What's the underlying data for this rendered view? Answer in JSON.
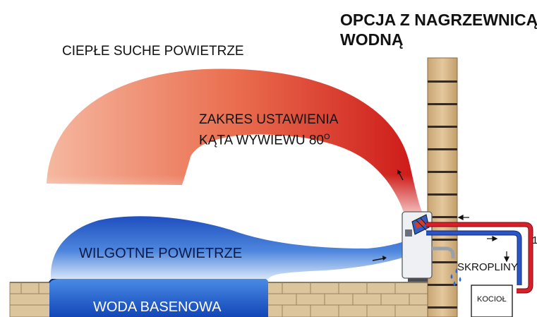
{
  "title_lines": [
    "OPCJA Z NAGRZEWNICĄ",
    "WODNĄ"
  ],
  "labels": {
    "warm_dry_air": "CIEPŁE SUCHE POWIETRZE",
    "range_line1": "ZAKRES USTAWIENIA",
    "range_line2": "KĄTA WYWIEWU 80",
    "degree": "O",
    "humid_air": "WILGOTNE POWIETRZE",
    "pool_water": "WODA BASENOWA",
    "condensate": "SKROPLINY",
    "boiler": "KOCIOŁ",
    "edge_mark": "1"
  },
  "colors": {
    "warm_air": "#e2341f",
    "humid_air": "#2b63c8",
    "pool_water": "#1f5fd4",
    "wall_tan": "#d9bf95",
    "hot_pipe": "#d8202a",
    "cold_pipe": "#2a54c8"
  }
}
